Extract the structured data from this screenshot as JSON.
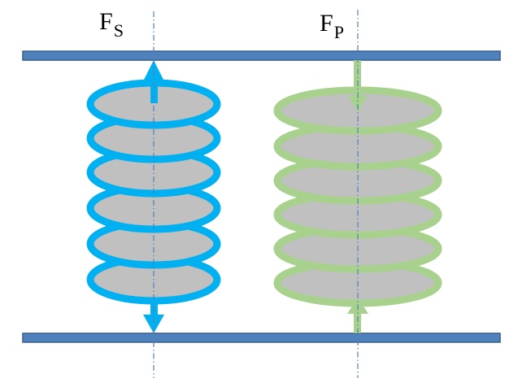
{
  "labels": {
    "fs": {
      "main": "F",
      "sub": "S"
    },
    "fp": {
      "main": "F",
      "sub": "P"
    }
  },
  "colors": {
    "plate_fill": "#4f81bd",
    "plate_stroke": "#385d8a",
    "coil_series": "#00b0f0",
    "coil_parallel": "#a9d18e",
    "disc_fill": "#c0c0c0",
    "axis": "#4f81bd"
  },
  "coils": {
    "series_turns": 6,
    "parallel_turns": 6
  }
}
